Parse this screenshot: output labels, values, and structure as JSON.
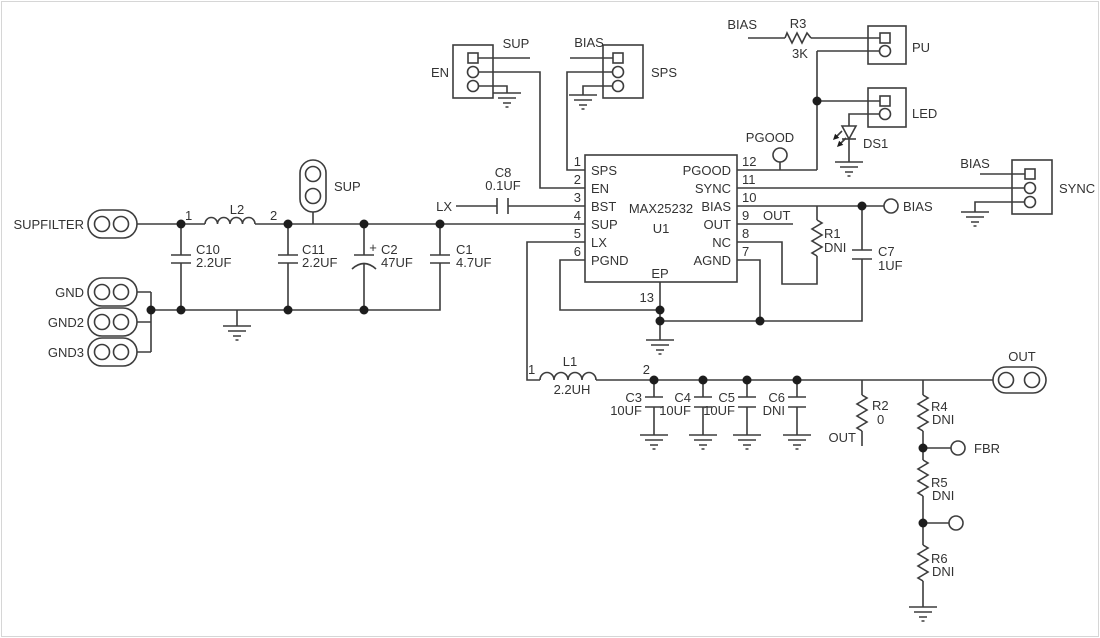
{
  "sheet": {
    "background_color": "#ffffff",
    "line_color": "#3d3d3d",
    "text_color": "#333333"
  },
  "ic": {
    "part": "MAX25232",
    "refdes": "U1",
    "ep_name": "EP",
    "ep_pin": "13",
    "pins_left": [
      {
        "num": "1",
        "name": "SPS"
      },
      {
        "num": "2",
        "name": "EN"
      },
      {
        "num": "3",
        "name": "BST"
      },
      {
        "num": "4",
        "name": "SUP"
      },
      {
        "num": "5",
        "name": "LX"
      },
      {
        "num": "6",
        "name": "PGND"
      }
    ],
    "pins_right": [
      {
        "num": "12",
        "name": "PGOOD"
      },
      {
        "num": "11",
        "name": "SYNC"
      },
      {
        "num": "10",
        "name": "BIAS"
      },
      {
        "num": "9",
        "name": "OUT",
        "net": "OUT"
      },
      {
        "num": "8",
        "name": "NC"
      },
      {
        "num": "7",
        "name": "AGND"
      }
    ]
  },
  "connectors": {
    "supfilter": {
      "label": "SUPFILTER"
    },
    "gnd": {
      "label": "GND"
    },
    "gnd2": {
      "label": "GND2"
    },
    "gnd3": {
      "label": "GND3"
    },
    "sup": {
      "label": "SUP"
    },
    "out": {
      "label": "OUT"
    }
  },
  "headers": {
    "en": {
      "label": "EN",
      "top_net": "SUP"
    },
    "sps": {
      "label": "SPS",
      "top_net": "BIAS"
    },
    "pu": {
      "label": "PU"
    },
    "led": {
      "label": "LED"
    },
    "sync": {
      "label": "SYNC",
      "top_net": "BIAS"
    }
  },
  "test_points": {
    "pgood": "PGOOD",
    "bias": "BIAS",
    "fbr": "FBR"
  },
  "net_labels": {
    "bias_r3": "BIAS",
    "lx": "LX",
    "out_r2": "OUT"
  },
  "inductors": {
    "l2": {
      "ref": "L2",
      "pin1": "1",
      "pin2": "2"
    },
    "l1": {
      "ref": "L1",
      "value": "2.2UH",
      "pin1": "1",
      "pin2": "2"
    }
  },
  "capacitors": {
    "c10": {
      "ref": "C10",
      "value": "2.2UF"
    },
    "c11": {
      "ref": "C11",
      "value": "2.2UF"
    },
    "c2": {
      "ref": "C2",
      "value": "47UF",
      "polarity": "+"
    },
    "c1": {
      "ref": "C1",
      "value": "4.7UF"
    },
    "c8": {
      "ref": "C8",
      "value": "0.1UF"
    },
    "c7": {
      "ref": "C7",
      "value": "1UF"
    },
    "c3": {
      "ref": "C3",
      "value": "10UF"
    },
    "c4": {
      "ref": "C4",
      "value": "10UF"
    },
    "c5": {
      "ref": "C5",
      "value": "10UF"
    },
    "c6": {
      "ref": "C6",
      "value": "DNI"
    }
  },
  "resistors": {
    "r3": {
      "ref": "R3",
      "value": "3K"
    },
    "r1": {
      "ref": "R1",
      "value": "DNI"
    },
    "r2": {
      "ref": "R2",
      "value": "0"
    },
    "r4": {
      "ref": "R4",
      "value": "DNI"
    },
    "r5": {
      "ref": "R5",
      "value": "DNI"
    },
    "r6": {
      "ref": "R6",
      "value": "DNI"
    }
  },
  "diodes": {
    "ds1": {
      "ref": "DS1"
    }
  }
}
